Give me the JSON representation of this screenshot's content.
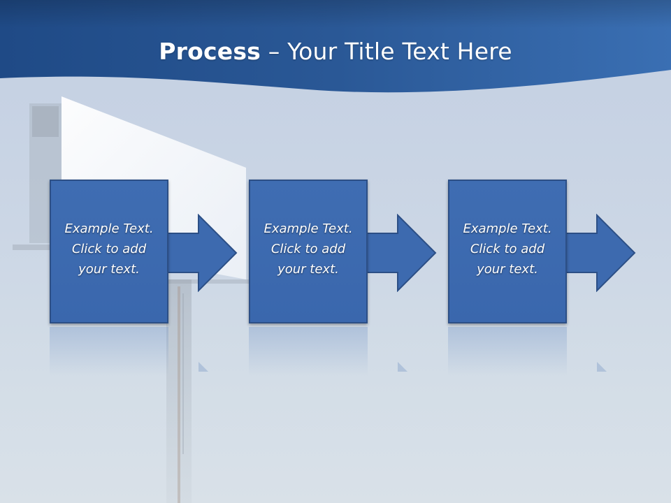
{
  "title": {
    "bold": "Process",
    "rest": " – Your Title Text Here"
  },
  "steps": [
    {
      "text": "Example Text.\nClick  to add\nyour text."
    },
    {
      "text": "Example Text.\nClick  to add\nyour text."
    },
    {
      "text": "Example Text.\nClick  to add\nyour text."
    }
  ],
  "colors": {
    "header_band": "#2b5592",
    "box_fill": "#3f6db2",
    "box_border": "#2c4f86",
    "arrow_fill": "#3d6aaf",
    "text": "#ffffff"
  },
  "icons": [
    "right-arrow-icon",
    "right-arrow-icon",
    "right-arrow-icon"
  ]
}
